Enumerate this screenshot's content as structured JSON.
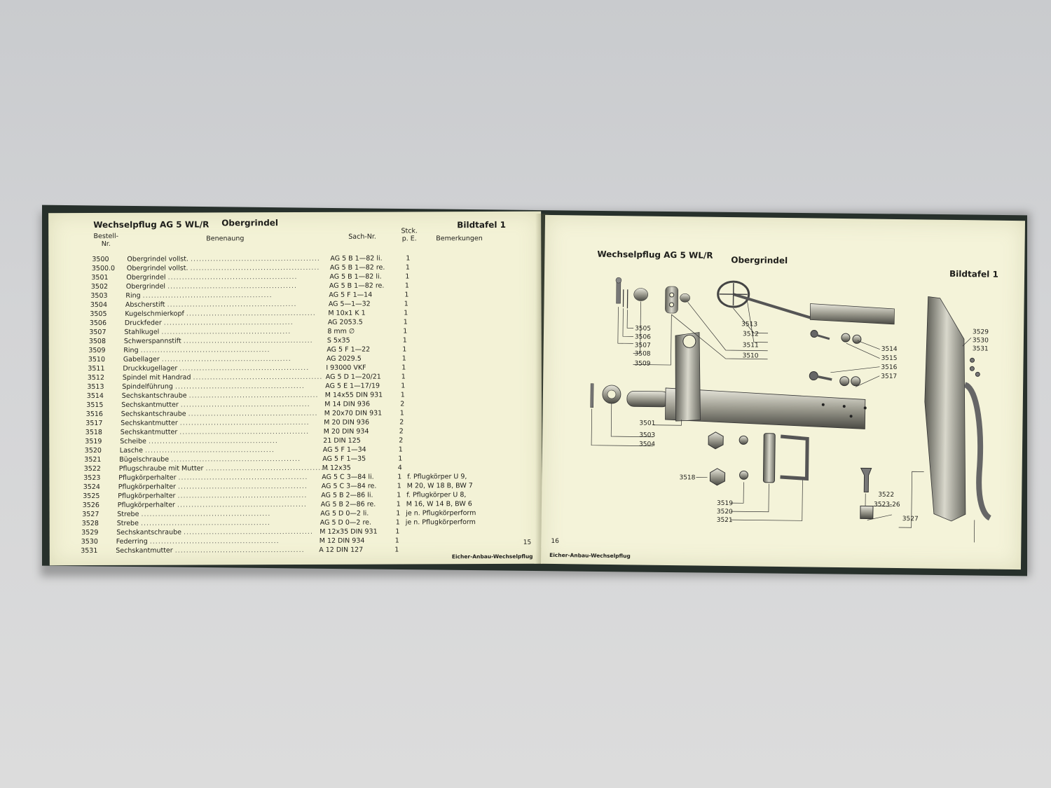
{
  "left_page": {
    "title": "Wechselpflug AG 5 WL/R",
    "section": "Obergrindel",
    "plate": "Bildtafel 1",
    "columns": {
      "nr": "Bestell-\nNr.",
      "name": "Benenaung",
      "sach": "Sach-Nr.",
      "stck": "Stck.\np. E.",
      "remarks": "Bemerkungen"
    },
    "rows": [
      {
        "nr": "3500",
        "name": "Obergrindel vollst.",
        "sach": "AG 5 B 1—82 li.",
        "stck": "1",
        "rem": ""
      },
      {
        "nr": "3500.0",
        "name": "Obergrindel vollst.",
        "sach": "AG 5 B 1—82 re.",
        "stck": "1",
        "rem": ""
      },
      {
        "nr": "3501",
        "name": "Obergrindel",
        "sach": "AG 5 B 1—82 li.",
        "stck": "1",
        "rem": ""
      },
      {
        "nr": "3502",
        "name": "Obergrindel",
        "sach": "AG 5 B 1—82 re.",
        "stck": "1",
        "rem": ""
      },
      {
        "nr": "3503",
        "name": "Ring",
        "sach": "AG 5 F 1—14",
        "stck": "1",
        "rem": ""
      },
      {
        "nr": "3504",
        "name": "Abscherstift",
        "sach": "AG 5—1—32",
        "stck": "1",
        "rem": ""
      },
      {
        "nr": "3505",
        "name": "Kugelschmierkopf",
        "sach": "M 10x1 K 1",
        "stck": "1",
        "rem": ""
      },
      {
        "nr": "3506",
        "name": "Druckfeder",
        "sach": "AG 2053.5",
        "stck": "1",
        "rem": ""
      },
      {
        "nr": "3507",
        "name": "Stahlkugel",
        "sach": "8 mm ∅",
        "stck": "1",
        "rem": ""
      },
      {
        "nr": "3508",
        "name": "Schwerspannstift",
        "sach": "S 5x35",
        "stck": "1",
        "rem": ""
      },
      {
        "nr": "3509",
        "name": "Ring",
        "sach": "AG 5 F 1—22",
        "stck": "1",
        "rem": ""
      },
      {
        "nr": "3510",
        "name": "Gabellager",
        "sach": "AG 2029.5",
        "stck": "1",
        "rem": ""
      },
      {
        "nr": "3511",
        "name": "Druckkugellager",
        "sach": "I 93000 VKF",
        "stck": "1",
        "rem": ""
      },
      {
        "nr": "3512",
        "name": "Spindel mit Handrad",
        "sach": "AG 5 D 1—20/21",
        "stck": "1",
        "rem": ""
      },
      {
        "nr": "3513",
        "name": "Spindelführung",
        "sach": "AG 5 E 1—17/19",
        "stck": "1",
        "rem": ""
      },
      {
        "nr": "3514",
        "name": "Sechskantschraube",
        "sach": "M 14x55 DIN 931",
        "stck": "1",
        "rem": ""
      },
      {
        "nr": "3515",
        "name": "Sechskantmutter",
        "sach": "M 14      DIN 936",
        "stck": "2",
        "rem": ""
      },
      {
        "nr": "3516",
        "name": "Sechskantschraube",
        "sach": "M 20x70 DIN 931",
        "stck": "1",
        "rem": ""
      },
      {
        "nr": "3517",
        "name": "Sechskantmutter",
        "sach": "M 20      DIN 936",
        "stck": "2",
        "rem": ""
      },
      {
        "nr": "3518",
        "name": "Sechskantmutter",
        "sach": "M 20      DIN 934",
        "stck": "2",
        "rem": ""
      },
      {
        "nr": "3519",
        "name": "Scheibe",
        "sach": "21          DIN 125",
        "stck": "2",
        "rem": ""
      },
      {
        "nr": "3520",
        "name": "Lasche",
        "sach": "AG 5 F 1—34",
        "stck": "1",
        "rem": ""
      },
      {
        "nr": "3521",
        "name": "Bügelschraube",
        "sach": "AG 5 F 1—35",
        "stck": "1",
        "rem": ""
      },
      {
        "nr": "3522",
        "name": "Pflugschraube mit Mutter",
        "sach": "M 12x35",
        "stck": "4",
        "rem": ""
      },
      {
        "nr": "3523",
        "name": "Pflugkörperhalter",
        "sach": "AG 5 C 3—84 li.",
        "stck": "1",
        "rem": "f. Pflugkörper U 9,"
      },
      {
        "nr": "3524",
        "name": "Pflugkörperhalter",
        "sach": "AG 5 C 3—84 re.",
        "stck": "1",
        "rem": "M 20, W 18 B, BW 7"
      },
      {
        "nr": "3525",
        "name": "Pflugkörperhalter",
        "sach": "AG 5 B 2—86 li.",
        "stck": "1",
        "rem": "f. Pflugkörper U 8,"
      },
      {
        "nr": "3526",
        "name": "Pflugkörperhalter",
        "sach": "AG 5 B 2—86 re.",
        "stck": "1",
        "rem": "M 16, W 14 B, BW 6"
      },
      {
        "nr": "3527",
        "name": "Strebe",
        "sach": "AG 5 D 0—2 li.",
        "stck": "1",
        "rem": "je n. Pflugkörperform"
      },
      {
        "nr": "3528",
        "name": "Strebe",
        "sach": "AG 5 D 0—2 re.",
        "stck": "1",
        "rem": "je n. Pflugkörperform"
      },
      {
        "nr": "3529",
        "name": "Sechskantschraube",
        "sach": "M 12x35 DIN 931",
        "stck": "1",
        "rem": ""
      },
      {
        "nr": "3530",
        "name": "Federring",
        "sach": "M 12      DIN 934",
        "stck": "1",
        "rem": ""
      },
      {
        "nr": "3531",
        "name": "Sechskantmutter",
        "sach": "A 12      DIN 127",
        "stck": "1",
        "rem": ""
      }
    ],
    "page_number": "15",
    "footer": "Eicher-Anbau-Wechselpflug"
  },
  "right_page": {
    "title": "Wechselpflug AG 5 WL/R",
    "section": "Obergrindel",
    "plate": "Bildtafel 1",
    "labels": {
      "l3505": "3505",
      "l3506": "3506",
      "l3507": "3507",
      "l3508": "3508",
      "l3509": "3509",
      "l3513": "3513",
      "l3512": "3512",
      "l3511": "3511",
      "l3510": "3510",
      "l3514": "3514",
      "l3515": "3515",
      "l3516": "3516",
      "l3517": "3517",
      "l3529": "3529",
      "l3530": "3530",
      "l3531": "3531",
      "l3501": "3501",
      "l3503": "3503",
      "l3504": "3504",
      "l3518": "3518",
      "l3519": "3519",
      "l3520": "3520",
      "l3521": "3521",
      "l3522": "3522",
      "l3523": "3523-26",
      "l3527": "3527"
    },
    "page_number": "16",
    "footer": "Eicher-Anbau-Wechselpflug"
  },
  "colors": {
    "paper": "#f3f2d6",
    "ink": "#1d1d1a",
    "cover": "#27302b",
    "background": "#d3d4d6"
  }
}
